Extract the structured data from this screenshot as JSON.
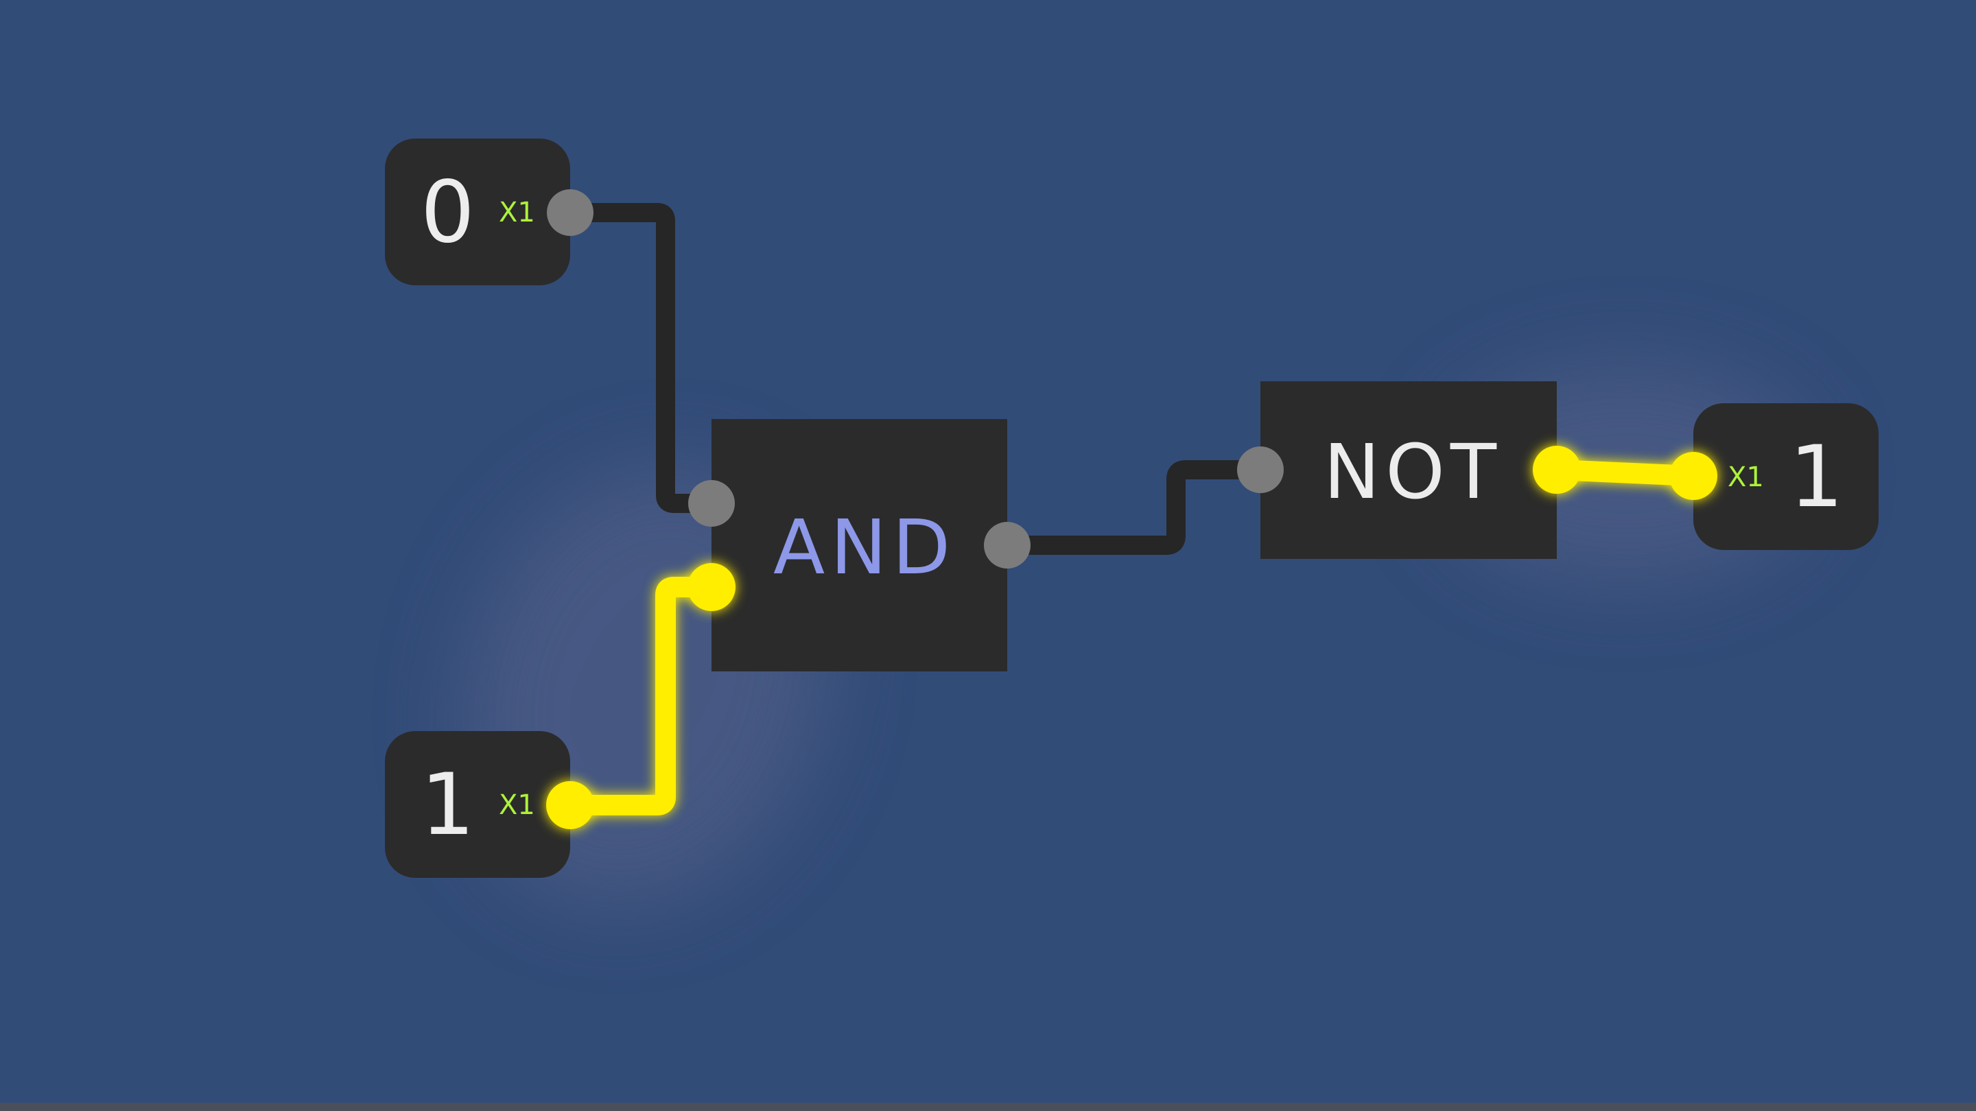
{
  "colors": {
    "background": "#324c78",
    "node_fill": "#2b2b2b",
    "wire_off": "#262626",
    "wire_on": "#ffee00",
    "pin_off": "#7c7c7c",
    "pin_on": "#ffee00",
    "multiplier_text": "#aef23a",
    "and_label": "#8d98e8",
    "not_label": "#ececec",
    "value_text": "#ededed"
  },
  "inputs": [
    {
      "value": "0",
      "multiplier": "X1",
      "active": false
    },
    {
      "value": "1",
      "multiplier": "X1",
      "active": true
    }
  ],
  "gates": [
    {
      "label": "AND"
    },
    {
      "label": "NOT"
    }
  ],
  "output": {
    "value": "1",
    "multiplier": "X1",
    "active": true
  }
}
